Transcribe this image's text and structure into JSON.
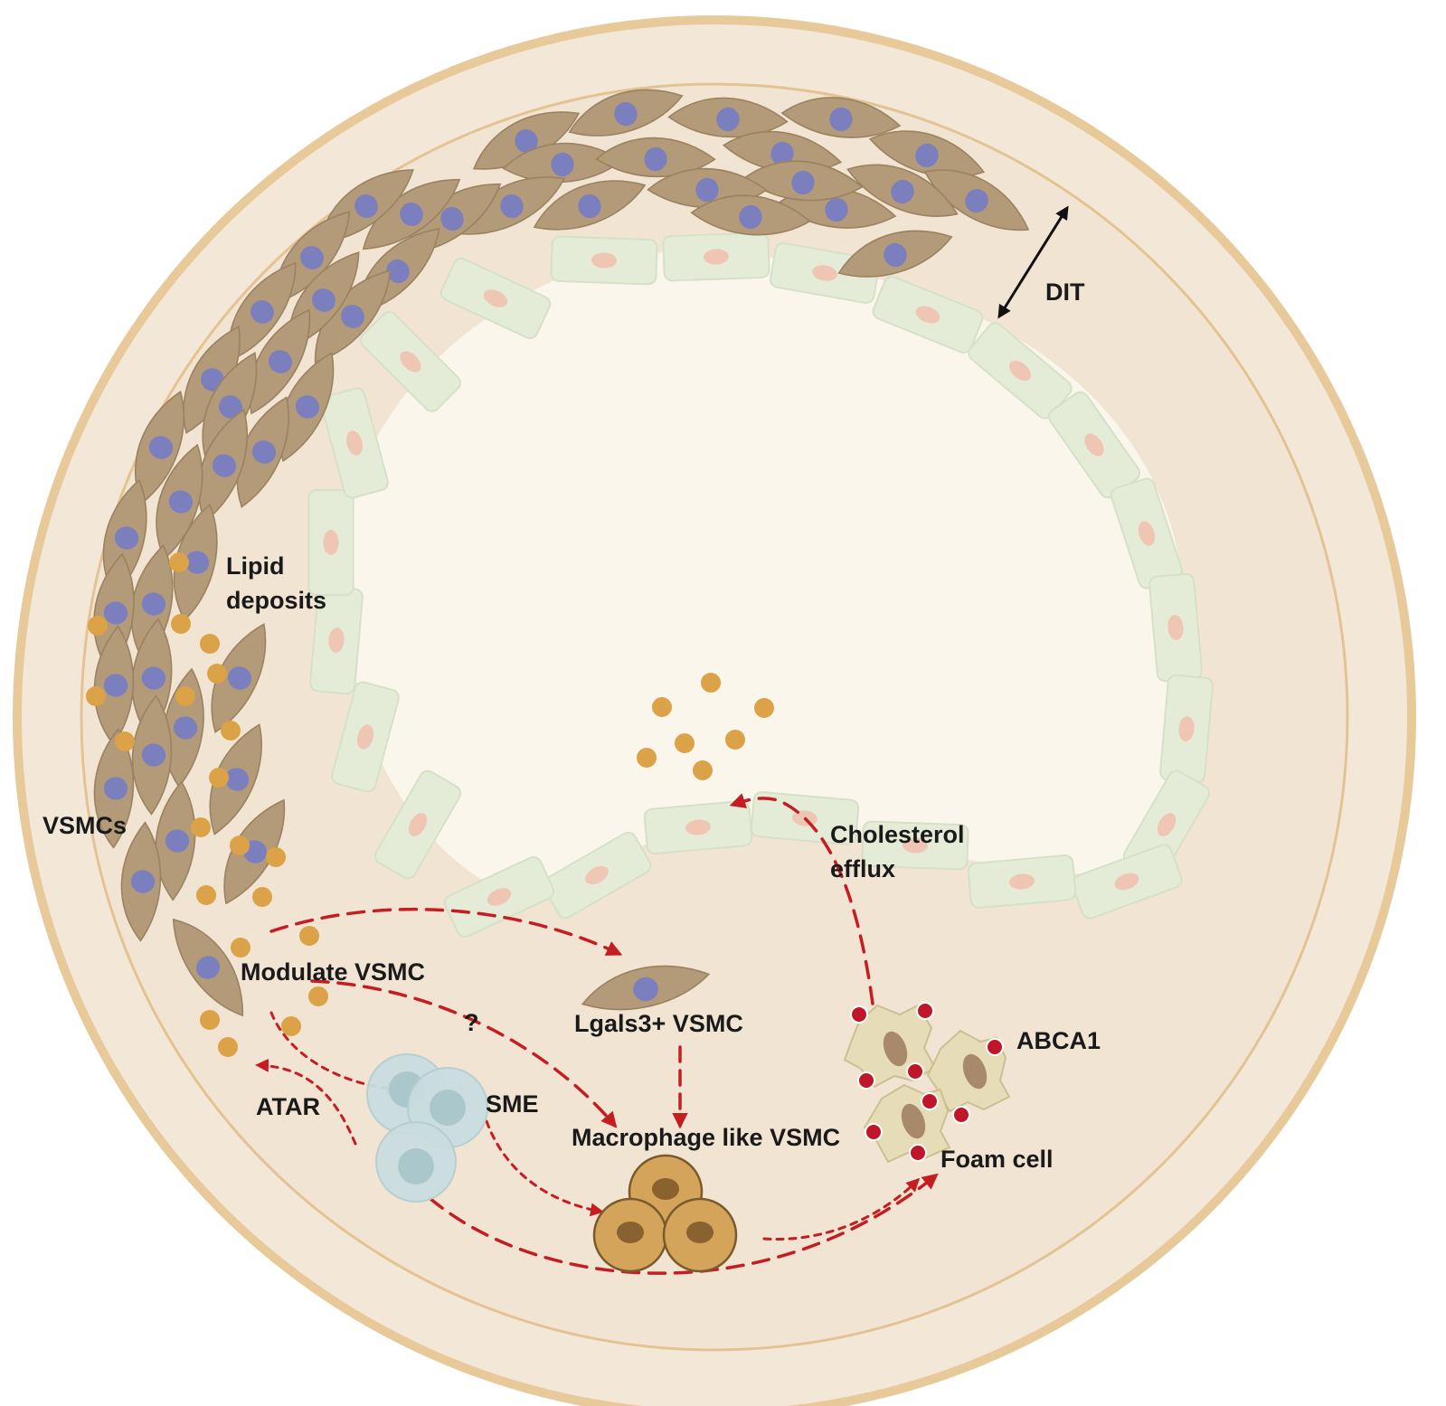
{
  "labels": {
    "dit": "DIT",
    "lipid_line1": "Lipid",
    "lipid_line2": "deposits",
    "vsmcs": "VSMCs",
    "cholesterol_line1": "Cholesterol",
    "cholesterol_line2": "efflux",
    "modulate_vsmc": "Modulate VSMC",
    "question": "?",
    "lgals3_vsmc": "Lgals3+ VSMC",
    "abca1": "ABCA1",
    "atar": "ATAR",
    "sme": "SME",
    "macrophage_like_vsmc": "Macrophage like VSMC",
    "foam_cell": "Foam cell"
  },
  "colors": {
    "outer_ring": "#e8c99a",
    "vessel_wall": "#f2e6d6",
    "vsmc_body": "#b39a78",
    "vsmc_nucleus": "#7c7fbd",
    "endothelium": "#e4ecd8",
    "endothelium_nucleus": "#efc6b3",
    "lumen": "#faf6ec",
    "lipid": "#dba248",
    "arrow": "#c41e22",
    "sme_cell": "#c9dde0",
    "macrophage_cell": "#d4a45a",
    "foam_cell": "#e6dcb8",
    "abca1_dot": "#c0162a"
  },
  "icons": [
    "vsmc-cell-icon",
    "endothelial-cell-icon",
    "lipid-droplet-icon",
    "sme-cell-icon",
    "macrophage-cell-icon",
    "foam-cell-icon",
    "abca1-transporter-icon"
  ]
}
